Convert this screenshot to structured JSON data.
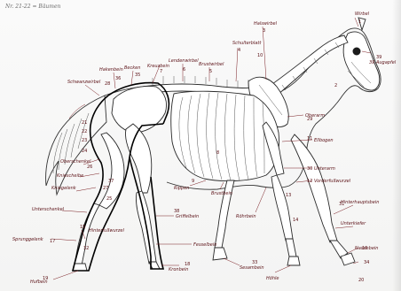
{
  "caption": "Nr. 21-22 = Bäumen",
  "labels": {
    "wirbel": "Wirbel",
    "auge": "39 Augapfel",
    "halswirbel": "Halswirbel",
    "brustwirbel": "Brustwirbel",
    "lendenwirbel": "Lendenwirbel",
    "schulterblatt": "Schulterblatt",
    "kreuzbein": "Kreuzbein",
    "becken": "Becken",
    "schwanzwirbel": "Schwanzwirbel",
    "rippe": "Rippen",
    "brustbein": "Brustbein",
    "oberarm": "Oberarm",
    "ellbogen": "Ellbogen",
    "unterarm": "Unterarm",
    "vorderfusswurzel": "Vorderfußwurzel",
    "roehrbein": "Röhrbein",
    "griffelbein": "Griffelbein",
    "fesselbein": "Fesselbein",
    "kronbein": "Kronbein",
    "hufbein": "Hufbein",
    "oberschenkel": "Oberschenkel",
    "kniescheibe": "Kniescheibe",
    "unterschenkel": "Unterschenkel",
    "sprunggelenk": "Sprunggelenk",
    "hinterfusswurzel": "Hinterfußwurzel",
    "hoehle": "Höhle",
    "sesambein": "Sesambein",
    "hinterhauptsbein": "Hinterhauptsbein",
    "kiefer": "Unterkiefer",
    "nasenbein": "Nasenbein",
    "kniegelenk": "Kniegelenk",
    "hakenbein": "Hakenbein"
  },
  "numbers": [
    "1",
    "2",
    "3",
    "4",
    "5",
    "6",
    "7",
    "8",
    "9",
    "10",
    "11",
    "12",
    "13",
    "14",
    "15",
    "16",
    "17",
    "18",
    "19",
    "20",
    "21",
    "22",
    "23",
    "24",
    "25",
    "26",
    "27",
    "28",
    "29",
    "30",
    "31",
    "32",
    "33",
    "34",
    "35",
    "36",
    "37",
    "38",
    "39"
  ]
}
